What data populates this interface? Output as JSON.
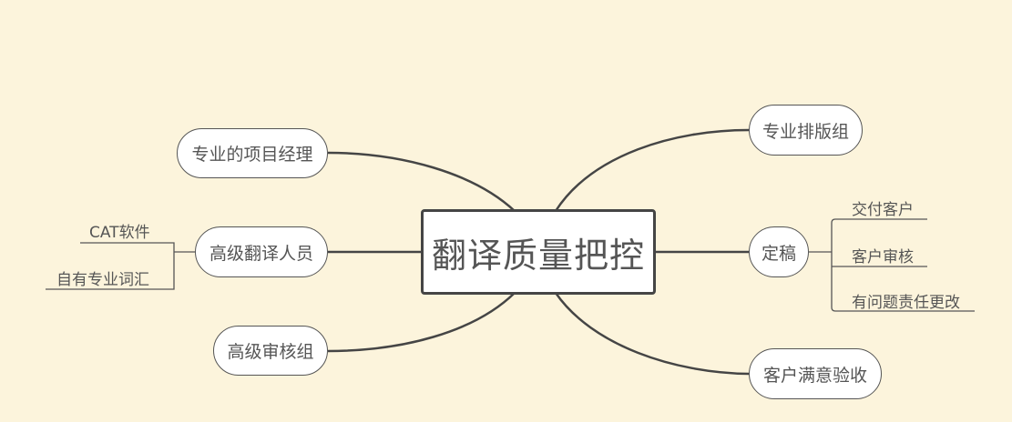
{
  "mindmap": {
    "root": "翻译质量把控",
    "left": {
      "pm": "专业的项目经理",
      "translators": {
        "label": "高级翻译人员",
        "children": [
          "CAT软件",
          "自有专业词汇"
        ]
      },
      "review": "高级审核组"
    },
    "right": {
      "layout": "专业排版组",
      "final": {
        "label": "定稿",
        "children": [
          "交付客户",
          "客户审核",
          "有问题责任更改"
        ]
      },
      "acceptance": "客户满意验收"
    }
  },
  "colors": {
    "background": "#fcf4dc",
    "line": "#454545",
    "node_fill": "#ffffff",
    "text": "#555555"
  }
}
